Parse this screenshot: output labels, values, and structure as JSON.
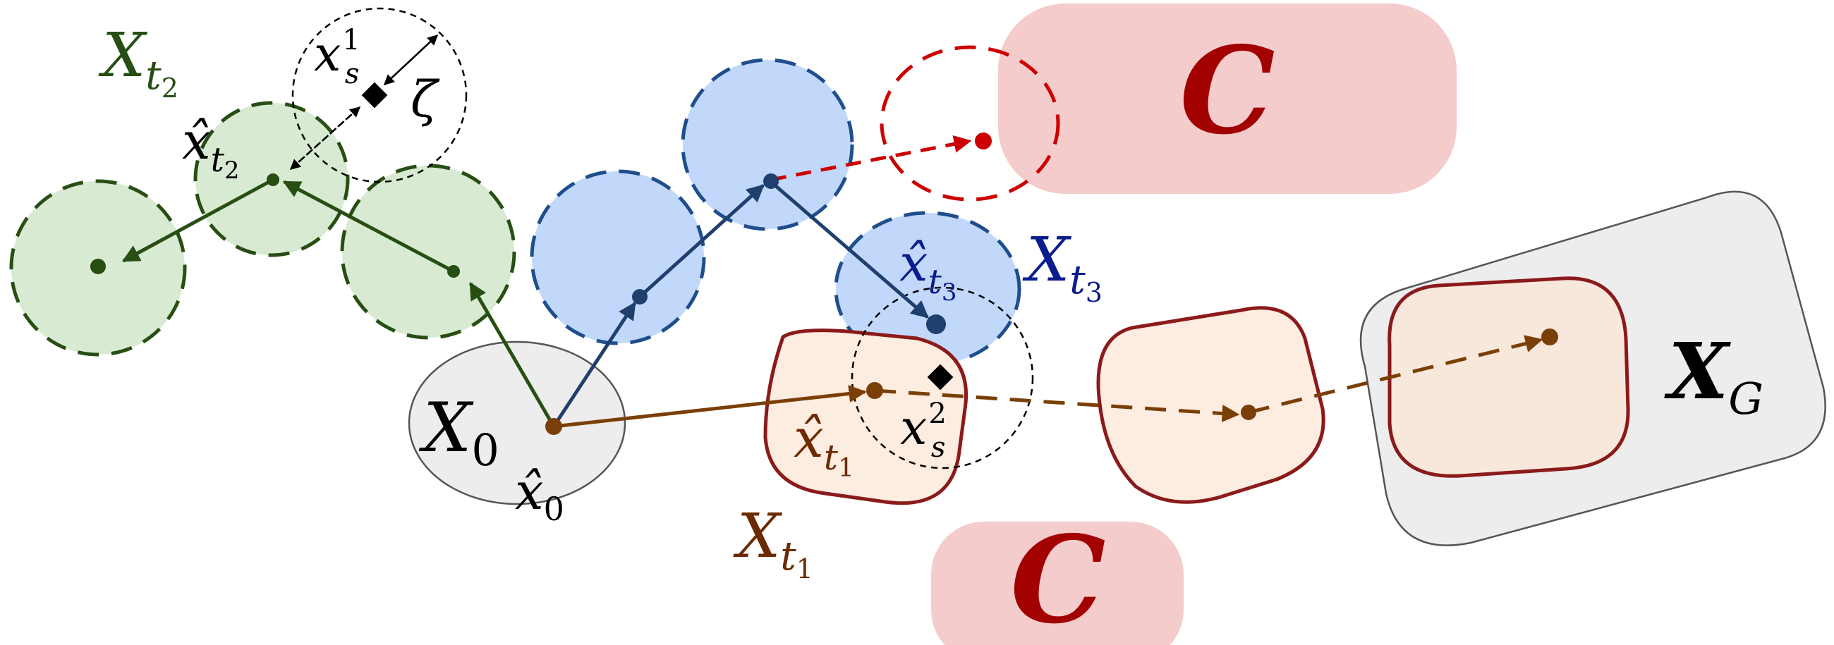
{
  "labels": {
    "X0": {
      "base": "X",
      "sub": "0"
    },
    "x0hat": {
      "base": "x̂",
      "sub": "0"
    },
    "Xt1": {
      "base": "X",
      "sub": "t",
      "subsub": "1"
    },
    "xt1hat": {
      "base": "x̂",
      "sub": "t",
      "subsub": "1"
    },
    "Xt2": {
      "base": "X",
      "sub": "t",
      "subsub": "2"
    },
    "xt2hat": {
      "base": "x̂",
      "sub": "t",
      "subsub": "2"
    },
    "Xt3": {
      "base": "X",
      "sub": "t",
      "subsub": "3"
    },
    "xt3hat": {
      "base": "x̂",
      "sub": "t",
      "subsub": "3"
    },
    "xs1": {
      "base": "x",
      "sub": "s",
      "sup": "1"
    },
    "xs2": {
      "base": "x",
      "sub": "s",
      "sup": "2"
    },
    "zeta": "ζ",
    "constraint_top": "C",
    "constraint_bottom": "C",
    "goal": {
      "base": "X",
      "sub": "G"
    }
  },
  "colors": {
    "green_fill": "#d9ead3",
    "green_stroke": "#274e13",
    "blue_fill": "#c2d8fb",
    "blue_stroke": "#1f4e8c",
    "blue_text": "#0b1d8c",
    "brown_fill": "#fdece0",
    "brown_stroke": "#8b1a1a",
    "brown_arrow": "#7a3f06",
    "brown_text": "#6b2a00",
    "red_fill": "#f4cccc",
    "red_text": "#a30000",
    "red_dash": "#cc0000",
    "gray_fill": "#ededed",
    "gray_stroke": "#555555",
    "black": "#000000"
  }
}
